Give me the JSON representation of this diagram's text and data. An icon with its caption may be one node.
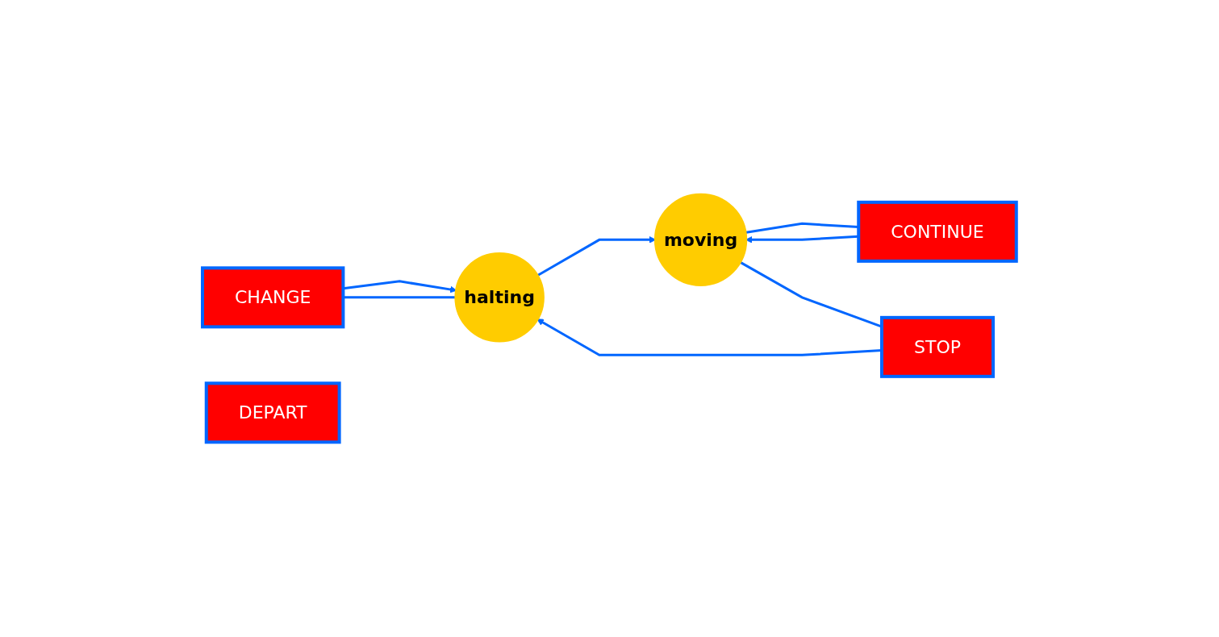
{
  "diagram": {
    "nodes": [
      {
        "text": [
          "CHANGE"
        ]
      },
      {
        "text": [
          "CONTINUE"
        ]
      },
      {
        "text": [
          "DEPART"
        ]
      },
      {
        "text": [
          "halting"
        ]
      },
      {
        "text": [
          "moving"
        ]
      },
      {
        "text": [
          "STOP"
        ]
      }
    ],
    "edges": [
      {
        "from": 3,
        "to": 0,
        "arrow": "none"
      },
      {
        "from": 0,
        "to": 3,
        "arrow": "to"
      },
      {
        "from": 3,
        "to": 4,
        "arrow": "to"
      },
      {
        "from": 4,
        "to": 1,
        "arrow": "none"
      },
      {
        "from": 1,
        "to": 4,
        "arrow": "to"
      },
      {
        "from": 4,
        "to": 5,
        "arrow": "none"
      },
      {
        "from": 5,
        "to": 3,
        "arrow": "to"
      }
    ]
  }
}
